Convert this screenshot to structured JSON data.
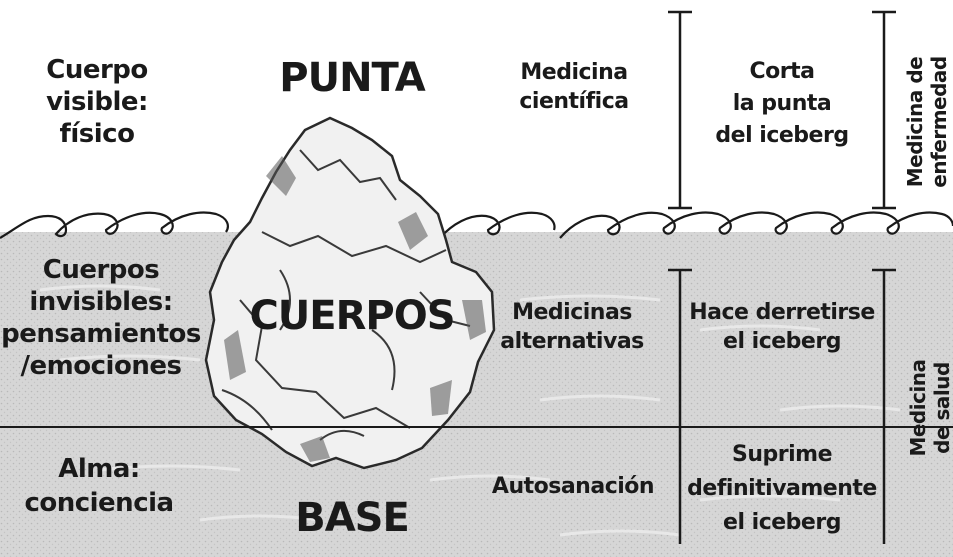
{
  "labels": {
    "cuerpo_visible": [
      "Cuerpo",
      "visible:",
      "físico"
    ],
    "punta": "PUNTA",
    "medicina_cientifica": [
      "Medicina",
      "científica"
    ],
    "corta_punta": [
      "Corta",
      "la punta",
      "del iceberg"
    ],
    "medicina_enfermedad": [
      "Medicina de",
      "enfermedad"
    ],
    "cuerpos_invisibles": [
      "Cuerpos",
      "invisibles:",
      "pensamientos",
      "/emociones"
    ],
    "cuerpos": "CUERPOS",
    "medicinas_alternativas": [
      "Medicinas",
      "alternativas"
    ],
    "hace_derretirse": [
      "Hace derretirse",
      "el iceberg"
    ],
    "medicina_salud": [
      "Medicina",
      "de salud"
    ],
    "alma_conciencia": [
      "Alma:",
      "conciencia"
    ],
    "base": "BASE",
    "autosanacion": "Autosanación",
    "suprime": [
      "Suprime",
      "definitivamente",
      "el iceberg"
    ]
  },
  "colors": {
    "ink": "#1a1a1a",
    "sea": "#d3d3d3",
    "sea_light": "#e4e4e4",
    "sky": "#ffffff",
    "iceberg": "#f1f1f1",
    "iceberg_shadow": "#6e6e6e"
  }
}
